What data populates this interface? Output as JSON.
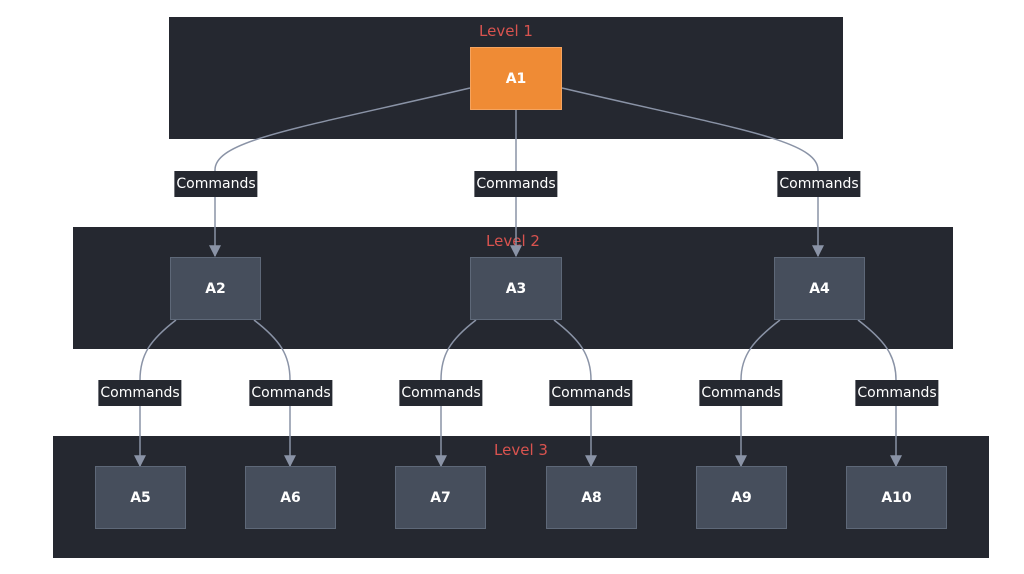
{
  "levels": {
    "level1": "Level 1",
    "level2": "Level 2",
    "level3": "Level 3"
  },
  "nodes": {
    "a1": "A1",
    "a2": "A2",
    "a3": "A3",
    "a4": "A4",
    "a5": "A5",
    "a6": "A6",
    "a7": "A7",
    "a8": "A8",
    "a9": "A9",
    "a10": "A10"
  },
  "edges": [
    {
      "from": "A1",
      "to": "A2",
      "label": "Commands"
    },
    {
      "from": "A1",
      "to": "A3",
      "label": "Commands"
    },
    {
      "from": "A1",
      "to": "A4",
      "label": "Commands"
    },
    {
      "from": "A2",
      "to": "A5",
      "label": "Commands"
    },
    {
      "from": "A2",
      "to": "A6",
      "label": "Commands"
    },
    {
      "from": "A3",
      "to": "A7",
      "label": "Commands"
    },
    {
      "from": "A3",
      "to": "A8",
      "label": "Commands"
    },
    {
      "from": "A4",
      "to": "A9",
      "label": "Commands"
    },
    {
      "from": "A4",
      "to": "A10",
      "label": "Commands"
    }
  ],
  "colors": {
    "band": "#252830",
    "root_node": "#ef8b35",
    "node": "#464e5c",
    "level_title": "#d9534f",
    "edge": "#8a93a6"
  }
}
